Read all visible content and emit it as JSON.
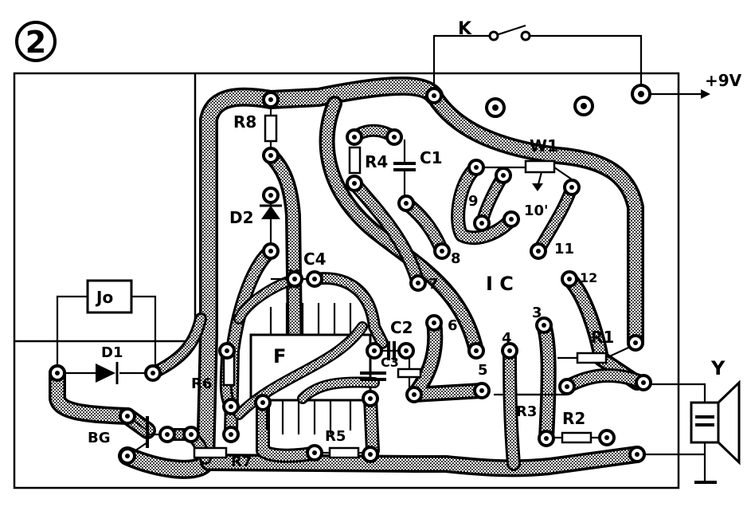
{
  "figure_number": "2",
  "labels": {
    "switch": "K",
    "supply": "+9V",
    "r8": "R8",
    "d2": "D2",
    "r4": "R4",
    "c1": "C1",
    "w1": "W1",
    "pin9": "9",
    "pin10": "10'",
    "pin11": "11",
    "pin8": "8",
    "c4": "C4",
    "pin7": "7",
    "ic": "I C",
    "pin12": "12",
    "jo": "Jo",
    "d1": "D1",
    "r6": "R6",
    "f": "F",
    "c2": "C2",
    "c3": "C3",
    "pin6": "6",
    "pin4": "4",
    "pin3": "3",
    "r1": "R1",
    "pin5": "5",
    "y": "Y",
    "bg": "BG",
    "r3": "R3",
    "r2": "R2",
    "r5": "R5",
    "r7": "R7"
  },
  "colors": {
    "ink": "#000000",
    "paper": "#ffffff"
  }
}
